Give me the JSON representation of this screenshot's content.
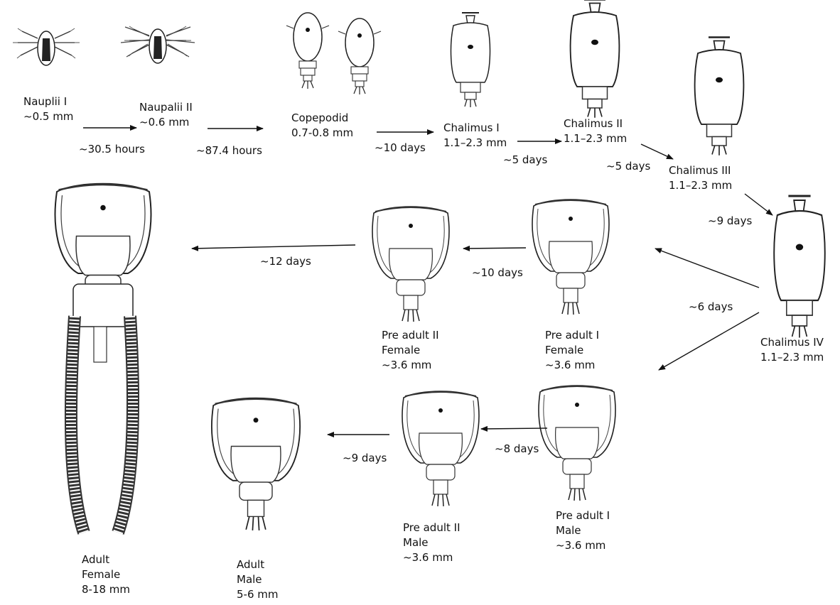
{
  "stages": {
    "nauplii_1": {
      "name": "Nauplii I",
      "size": "~0.5 mm"
    },
    "nauplii_2": {
      "name": "Naupalii II",
      "size": "~0.6 mm"
    },
    "copepodid": {
      "name": "Copepodid",
      "size": "0.7-0.8 mm"
    },
    "chalimus_1": {
      "name": "Chalimus I",
      "size": "1.1–2.3 mm"
    },
    "chalimus_2": {
      "name": "Chalimus II",
      "size": "1.1–2.3 mm"
    },
    "chalimus_3": {
      "name": "Chalimus III",
      "size": "1.1–2.3 mm"
    },
    "chalimus_4": {
      "name": "Chalimus IV",
      "size": "1.1–2.3 mm"
    },
    "pre_adult_1_female": {
      "name": "Pre adult I",
      "sex": "Female",
      "size": "~3.6 mm"
    },
    "pre_adult_2_female": {
      "name": "Pre adult II",
      "sex": "Female",
      "size": "~3.6 mm"
    },
    "adult_female": {
      "name": "Adult",
      "sex": "Female",
      "size": "8-18 mm"
    },
    "pre_adult_1_male": {
      "name": "Pre adult I",
      "sex": "Male",
      "size": "~3.6 mm"
    },
    "pre_adult_2_male": {
      "name": "Pre adult II",
      "sex": "Male",
      "size": "~3.6 mm"
    },
    "adult_male": {
      "name": "Adult",
      "sex": "Male",
      "size": "5-6 mm"
    }
  },
  "durations": {
    "n1_to_n2": "~30.5 hours",
    "n2_to_cop": "~87.4 hours",
    "cop_to_c1": "~10 days",
    "c1_to_c2": "~5 days",
    "c2_to_c3": "~5 days",
    "c3_to_c4": "~9 days",
    "c4_to_pa1": "~6 days",
    "pa1f_to_pa2f": "~10 days",
    "pa2f_to_af": "~12 days",
    "pa1m_to_pa2m": "~8 days",
    "pa2m_to_am": "~9 days"
  }
}
